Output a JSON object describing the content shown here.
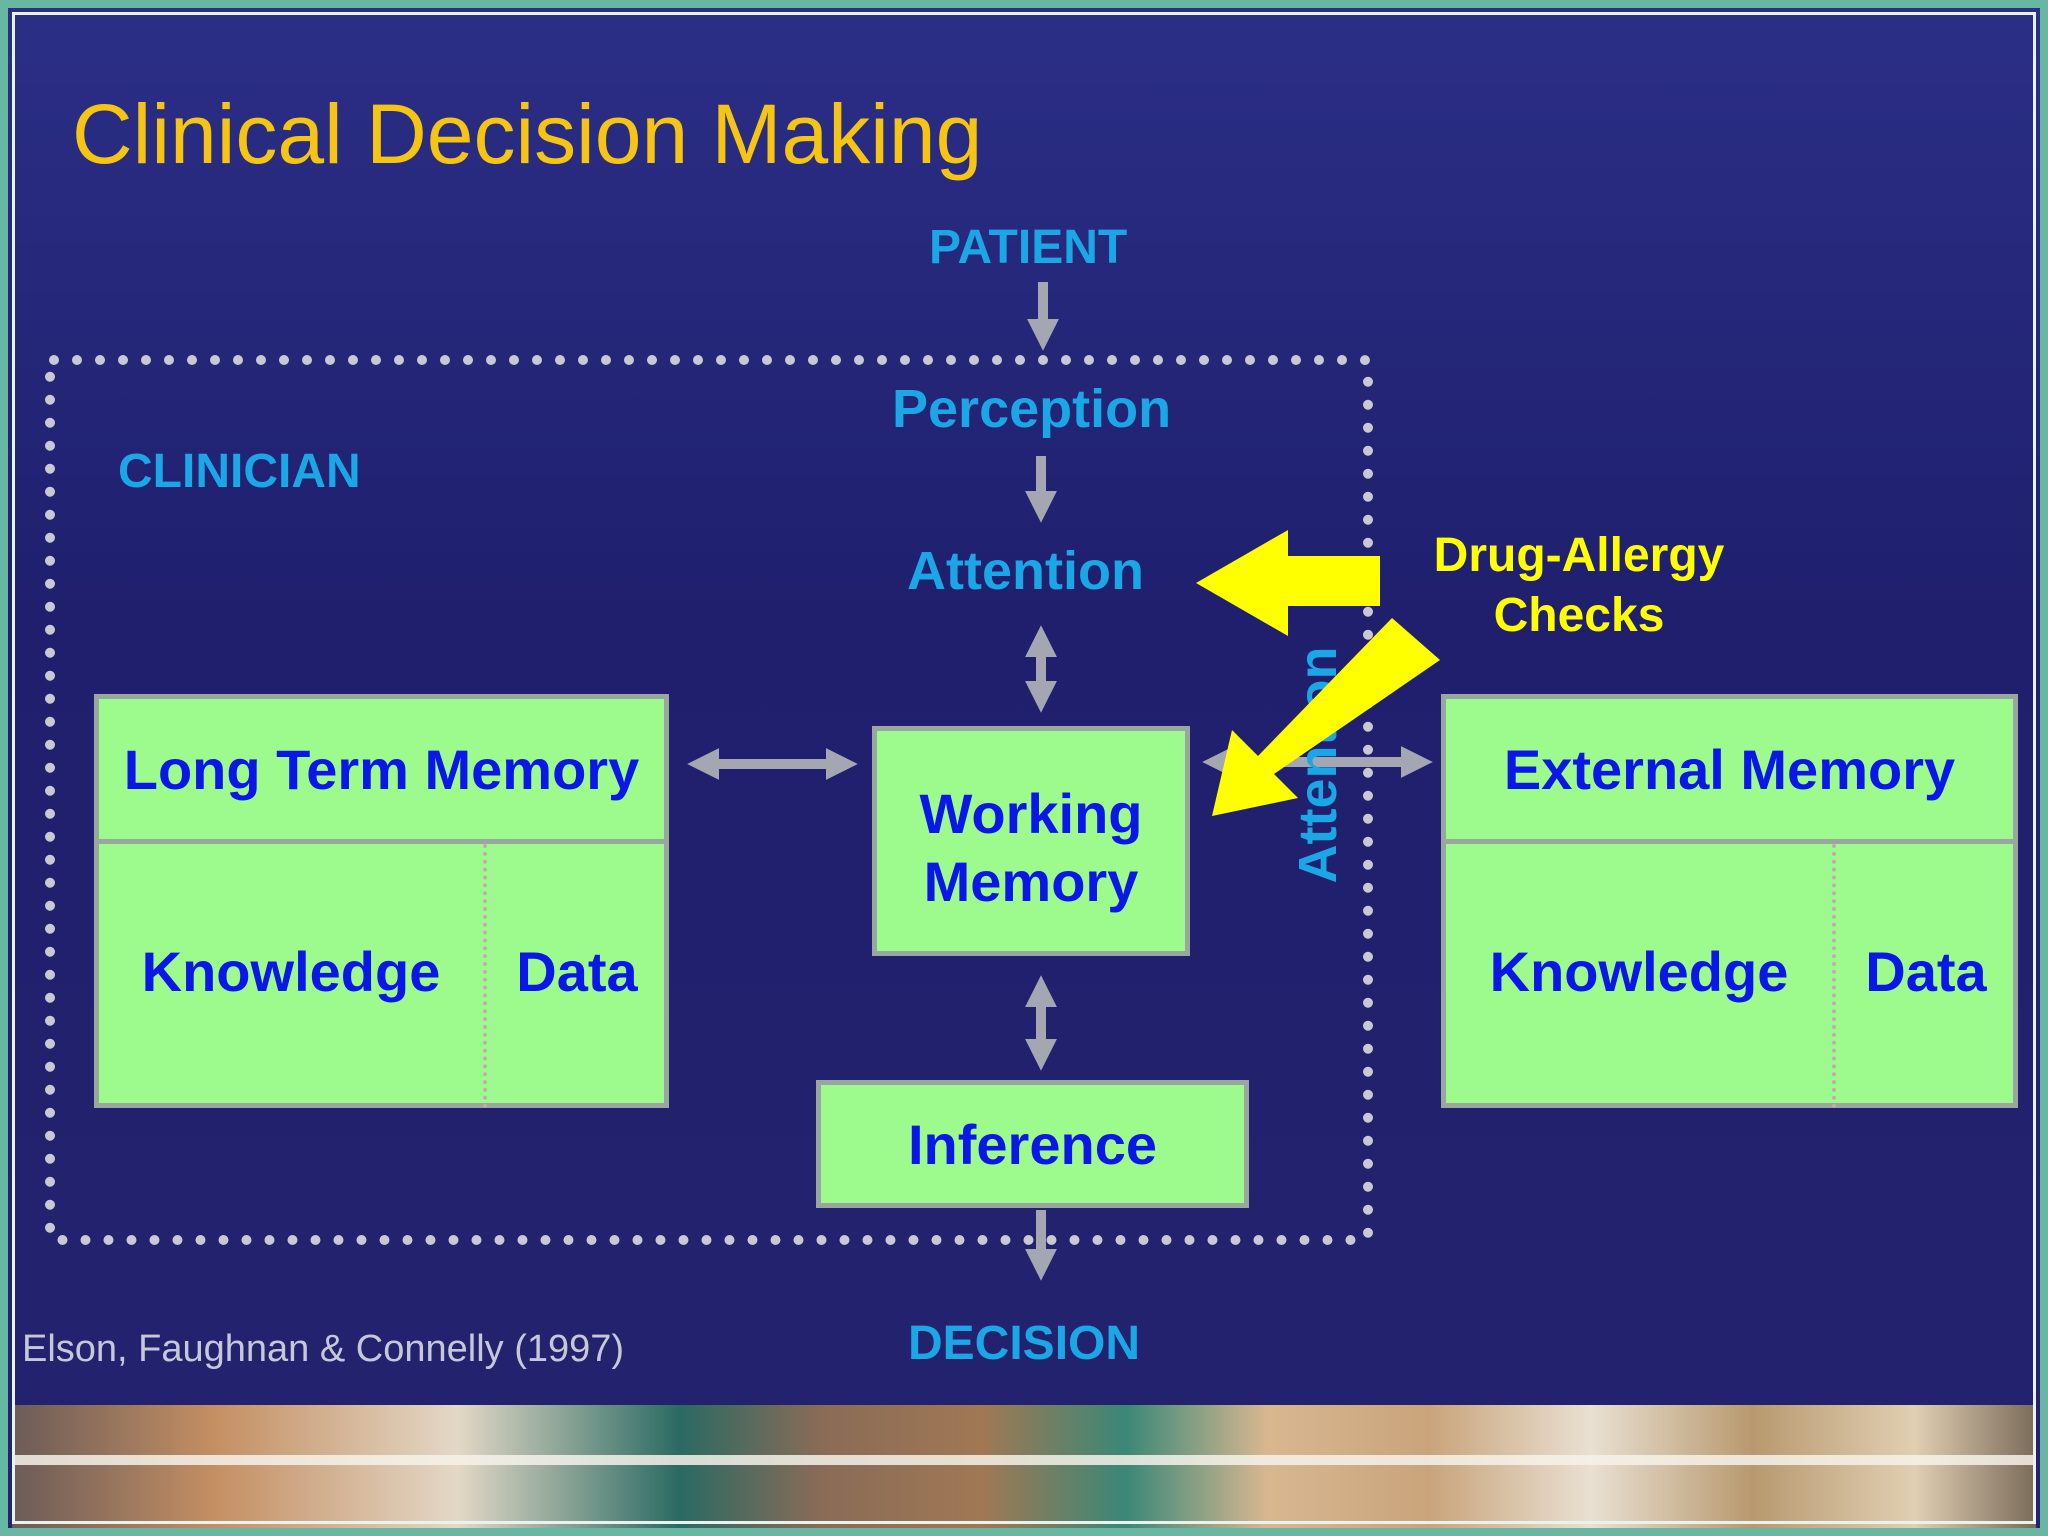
{
  "title": "Clinical Decision Making",
  "labels": {
    "patient": "PATIENT",
    "perception": "Perception",
    "clinician": "CLINICIAN",
    "attention": "Attention",
    "attention_vertical": "Attention",
    "decision": "DECISION"
  },
  "callout": {
    "line1": "Drug-Allergy",
    "line2": "Checks"
  },
  "long_term_memory": {
    "title": "Long Term Memory",
    "knowledge": "Knowledge",
    "data": "Data"
  },
  "working_memory": {
    "line1": "Working",
    "line2": "Memory"
  },
  "external_memory": {
    "title": "External Memory",
    "knowledge": "Knowledge",
    "data": "Data"
  },
  "inference": "Inference",
  "citation": "Elson, Faughnan & Connelly (1997)",
  "colors": {
    "title": "#f6c413",
    "label": "#1ba6e6",
    "box_fill": "#9dfb8e",
    "box_text": "#0a17e6",
    "callout": "#ffff00",
    "arrow": "#a4a6b2",
    "background": "#23236f"
  }
}
